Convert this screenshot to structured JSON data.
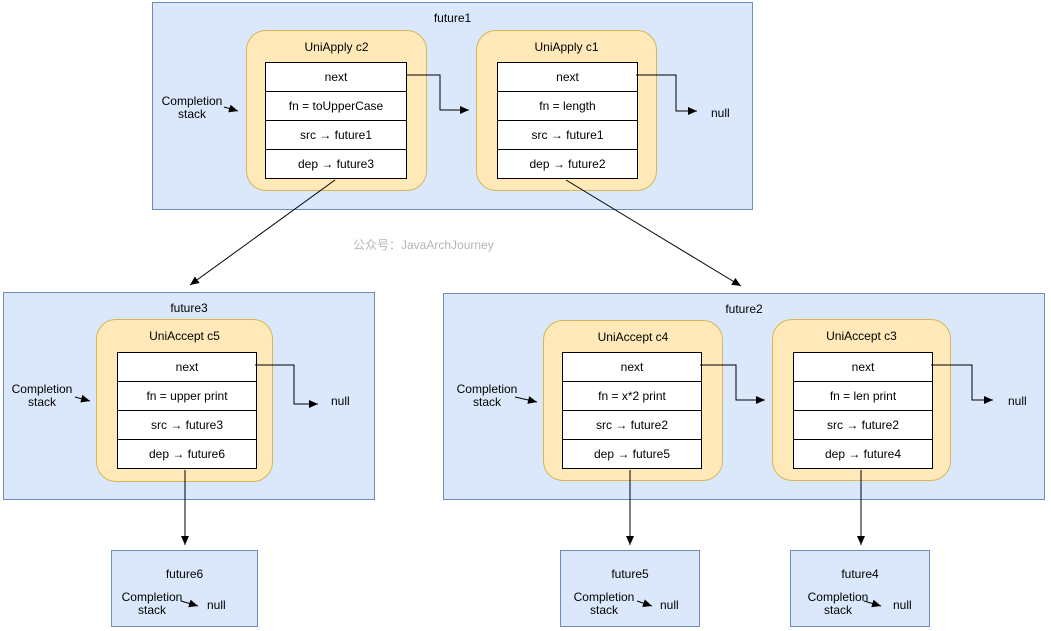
{
  "watermark": "公众号：JavaArchJourney",
  "labels": {
    "completion_stack": "Completion stack",
    "null": "null"
  },
  "future1": {
    "title": "future1",
    "c2": {
      "title": "UniApply c2",
      "rows": [
        "next",
        "fn = toUpperCase",
        "src → future1",
        "dep → future3"
      ]
    },
    "c1": {
      "title": "UniApply c1",
      "rows": [
        "next",
        "fn = length",
        "src → future1",
        "dep → future2"
      ]
    }
  },
  "future3": {
    "title": "future3",
    "c5": {
      "title": "UniAccept c5",
      "rows": [
        "next",
        "fn = upper print",
        "src → future3",
        "dep → future6"
      ]
    }
  },
  "future2": {
    "title": "future2",
    "c4": {
      "title": "UniAccept c4",
      "rows": [
        "next",
        "fn = x*2 print",
        "src → future2",
        "dep → future5"
      ]
    },
    "c3": {
      "title": "UniAccept c3",
      "rows": [
        "next",
        "fn = len print",
        "src → future2",
        "dep → future4"
      ]
    }
  },
  "future6": {
    "title": "future6"
  },
  "future5": {
    "title": "future5"
  },
  "future4": {
    "title": "future4"
  },
  "colors": {
    "group_fill": "#dbe8fc",
    "group_stroke": "#6c8ebf",
    "node_fill": "#ffe9b8",
    "node_stroke": "#d6b656",
    "cell_fill": "#ffffff",
    "cell_stroke": "#000000",
    "arrow": "#000000",
    "watermark": "#b5b5b5"
  }
}
